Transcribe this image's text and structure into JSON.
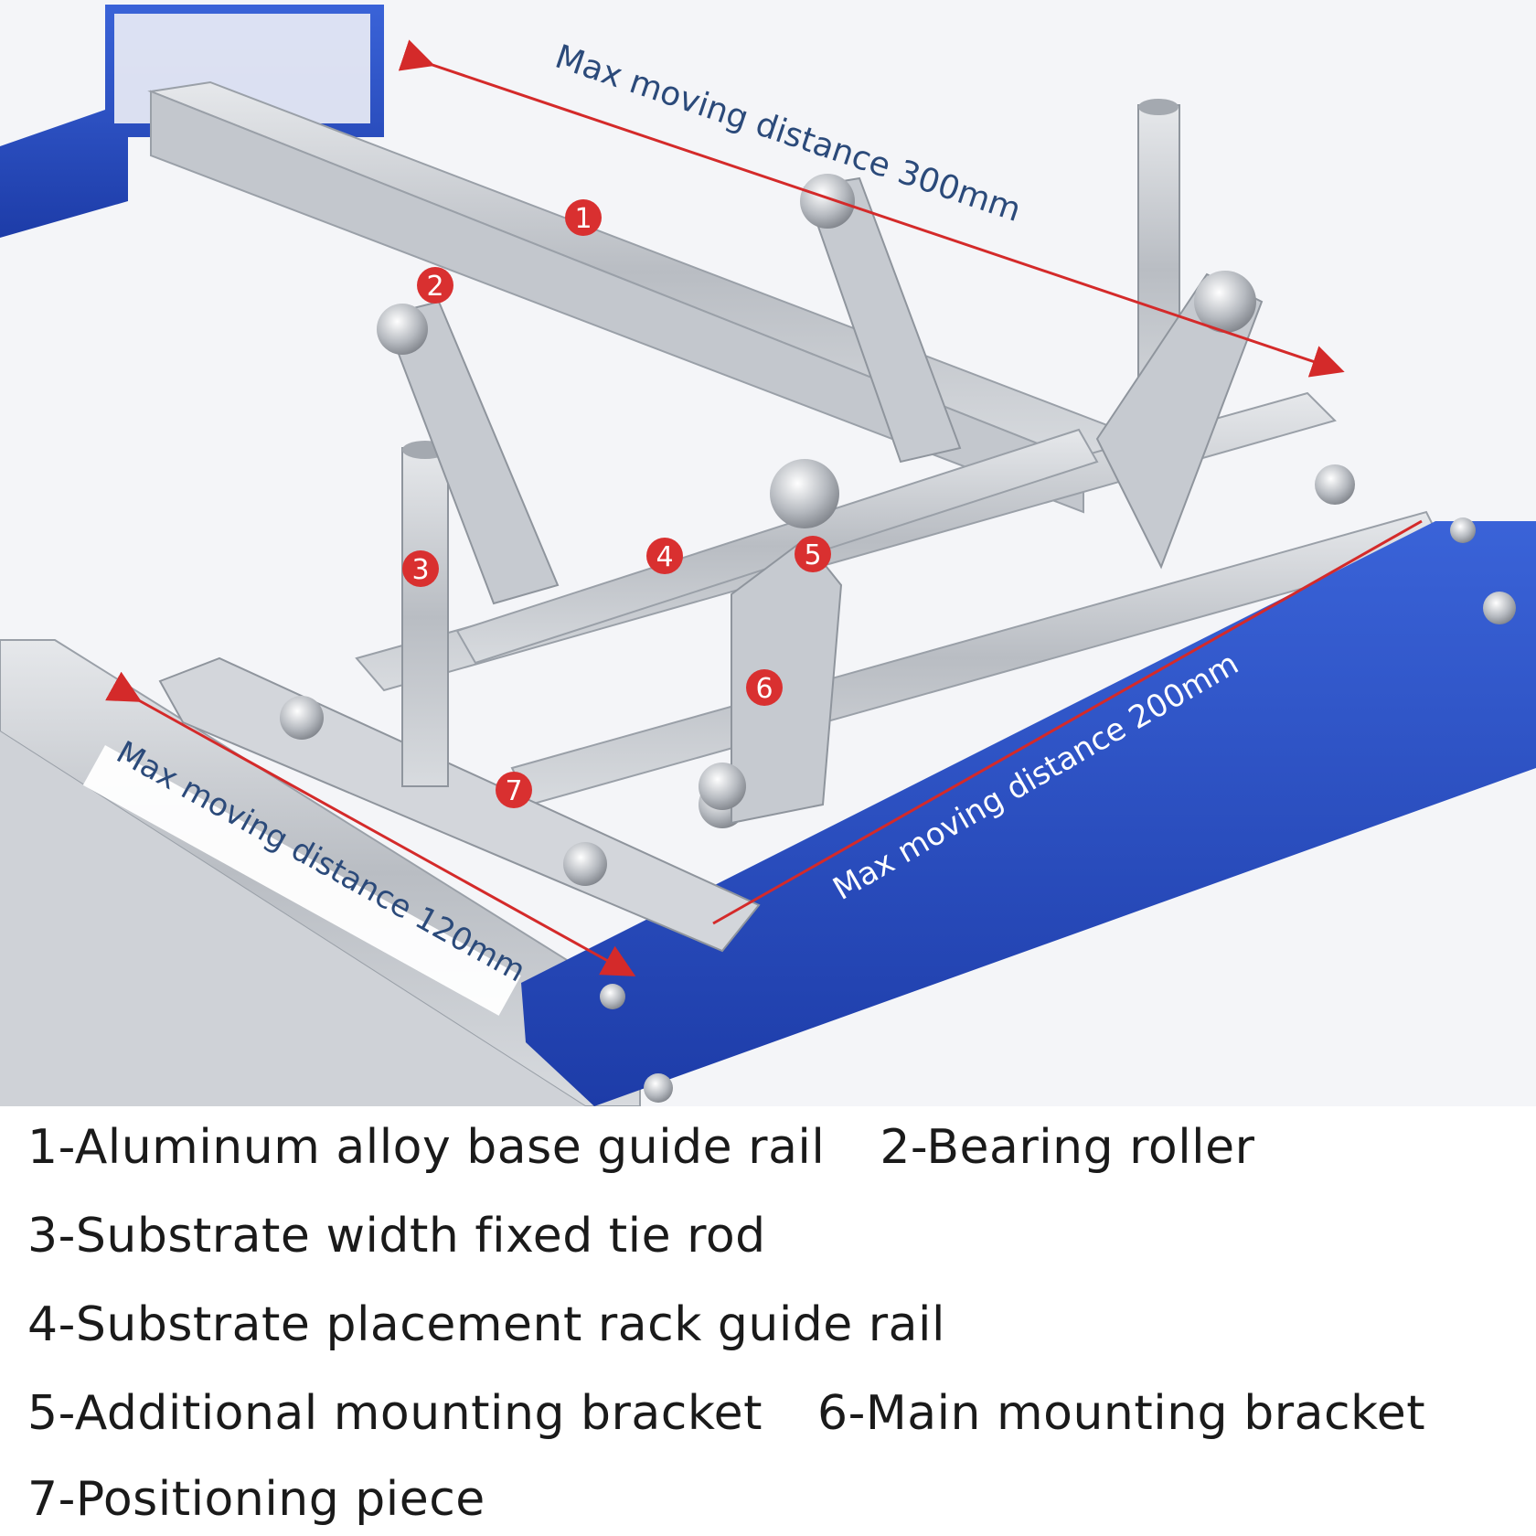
{
  "callouts": {
    "dist_300": "Max moving distance 300mm",
    "dist_200": "Max moving distance 200mm",
    "dist_120": "Max moving distance 120mm",
    "badges": [
      "1",
      "2",
      "3",
      "4",
      "5",
      "6",
      "7"
    ]
  },
  "legend": {
    "item1": "1-Aluminum alloy base guide rail",
    "item2": "2-Bearing roller",
    "item3": "3-Substrate width fixed tie rod",
    "item4": "4-Substrate placement rack guide rail",
    "item5": "5-Additional mounting bracket",
    "item6": "6-Main mounting bracket",
    "item7": "7-Positioning piece"
  },
  "colors": {
    "frame_blue": "#2a4fc4",
    "rail_silver": "#c9ccd1",
    "arrow_red": "#d42a2a",
    "badge_red": "#d93030",
    "label_text_blue": "#2b4a7a"
  }
}
